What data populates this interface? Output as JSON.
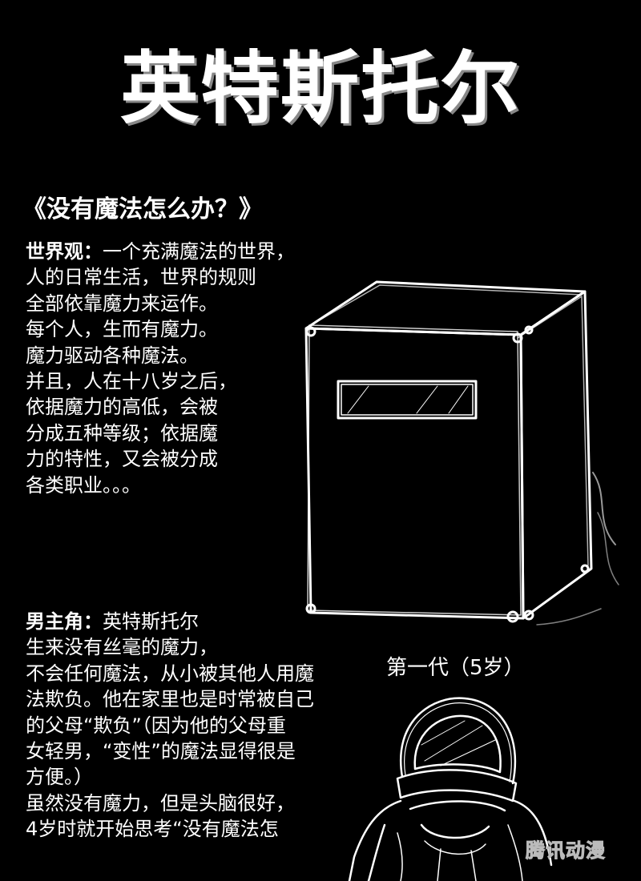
{
  "title": "英特斯托尔",
  "subtitle": "《没有魔法怎么办？》",
  "worldview": {
    "label": "世界观：",
    "lines": [
      "一个充满魔法的世界，",
      "人的日常生活，世界的规则",
      "全部依靠魔力来运作。",
      "每个人，生而有魔力。",
      "魔力驱动各种魔法。",
      "并且，人在十八岁之后，",
      "依据魔力的高低，会被",
      "分成五种等级；依据魔",
      "力的特性，又会被分成",
      "各类职业。。。"
    ]
  },
  "protagonist": {
    "label": "男主角：",
    "lines": [
      "英特斯托尔",
      "生来没有丝毫的魔力，",
      "不会任何魔法，从小被其他人用魔",
      "法欺负。他在家里也是时常被自己",
      "的父母“欺负”（因为他的父母重",
      "女轻男，“变性”的魔法显得很是",
      "方便。）",
      "虽然没有魔力，但是头脑很好，",
      "4岁时就开始思考“没有魔法怎"
    ]
  },
  "caption": "第一代（5岁）",
  "watermark": "腾讯动漫",
  "icons": {
    "box": "box-robot-sketch",
    "figure": "helmet-figure-sketch"
  }
}
